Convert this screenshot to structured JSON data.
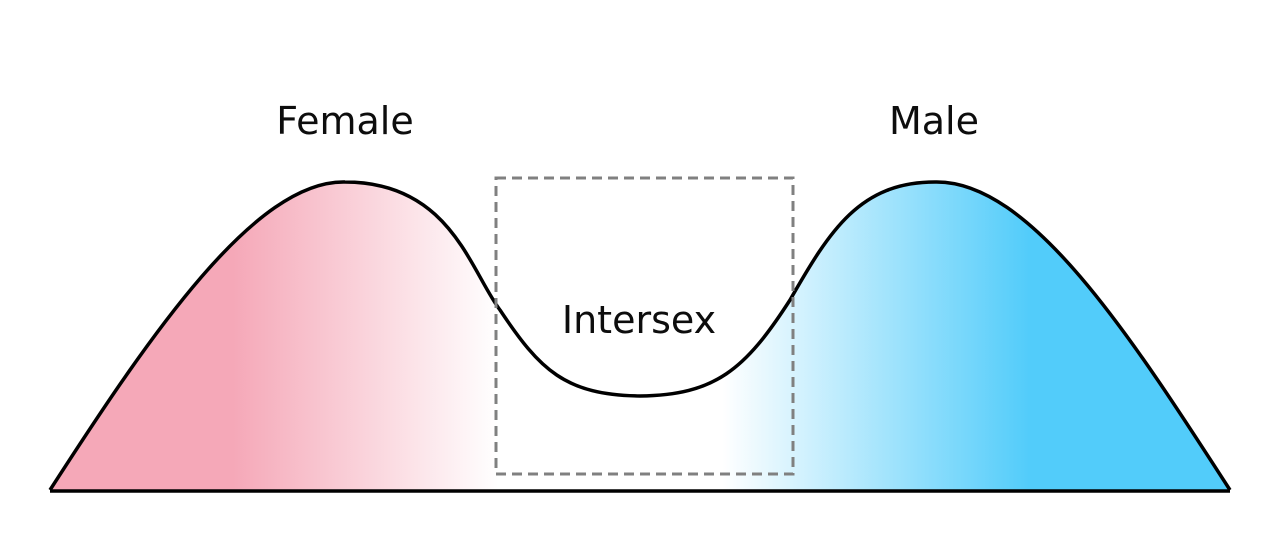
{
  "labels": {
    "left_peak": "Female",
    "right_peak": "Male",
    "middle_region": "Intersex"
  },
  "colors": {
    "female_pink": "#F5A8B8",
    "male_blue": "#52CCFA",
    "outline": "#000000",
    "dashed_box": "#808080",
    "background": "#FFFFFF"
  }
}
